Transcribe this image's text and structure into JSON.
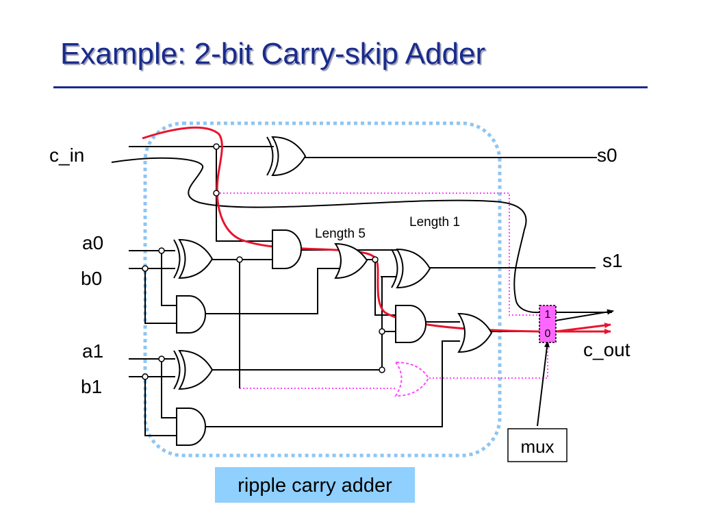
{
  "title": "Example: 2-bit Carry-skip Adder",
  "colors": {
    "title": "#1a2b8c",
    "critical_path": "#e8142e",
    "skip_path": "#ff44ff",
    "ripple_box_border": "#8ec5f2",
    "ripple_label_background": "#8fd0ff",
    "mux_fill": "#ff66ff"
  },
  "inputs": {
    "c_in": "c_in",
    "a0": "a0",
    "b0": "b0",
    "a1": "a1",
    "b1": "b1"
  },
  "outputs": {
    "s0": "s0",
    "s1": "s1",
    "c_out": "c_out"
  },
  "path_labels": {
    "length5": "Length 5",
    "length1": "Length 1"
  },
  "mux": {
    "input1": "1",
    "input0": "0",
    "label": "mux"
  },
  "ripple_label": "ripple carry adder"
}
